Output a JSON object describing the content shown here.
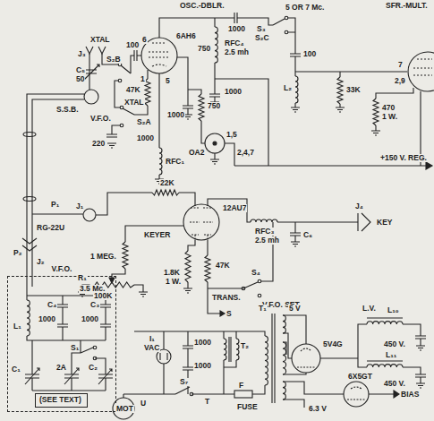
{
  "diagram": {
    "nodes": [
      {
        "text": [
          "V.F.O."
        ]
      },
      {
        "text": [
          "(SEE TEXT)"
        ],
        "in": 0
      }
    ],
    "labels": [
      "OSC.-DBLR.",
      "SFR.-MULT.",
      "XTAL",
      "J₃",
      "C₅",
      "50",
      "S.S.B.",
      "S₂B",
      "100",
      "XTAL",
      "S₂A",
      "V.F.O.",
      "220",
      "1000",
      "47K",
      "6AH6",
      "6",
      "1",
      "5",
      "1000",
      "OA2",
      "1,5",
      "2,4,7",
      "RFC₁",
      "750",
      "1000",
      "750",
      "RFC₄",
      "2.5 mh",
      "1000",
      "100",
      "5 OR 7 Mc.",
      "S₃",
      "S₂C",
      "L₂",
      "33K",
      "470",
      "1 W.",
      "7",
      "2,9",
      "+150 V. REG.",
      "P₁",
      "J₁",
      "22K",
      "12AU7",
      "KEYER",
      "1 MEG.",
      "R₁",
      "100K",
      "1.8K",
      "1 W.",
      "47K",
      "TRANS.",
      "V.F.O. SET",
      "S₄",
      "RFC₃",
      "2.5 mh",
      "C₆",
      "J₄",
      "KEY",
      "S",
      "RG-22U",
      "P₂",
      "J₂",
      "3.5 Mc.",
      "C₄",
      "C₃",
      "1000",
      "1000",
      "L₁",
      "C₁",
      "S₁",
      "2A",
      "C₂",
      "I₁",
      "VAC",
      "1000",
      "1000",
      "T₂",
      "S₇",
      "T",
      "F",
      "FUSE",
      "MOT",
      "U",
      "T₁",
      "5 V",
      "5V4G",
      "6X5GT",
      "BIAS",
      "L.V.",
      "L₁₀",
      "450 V.",
      "L₁₁",
      "450 V.",
      "6.3 V"
    ]
  }
}
